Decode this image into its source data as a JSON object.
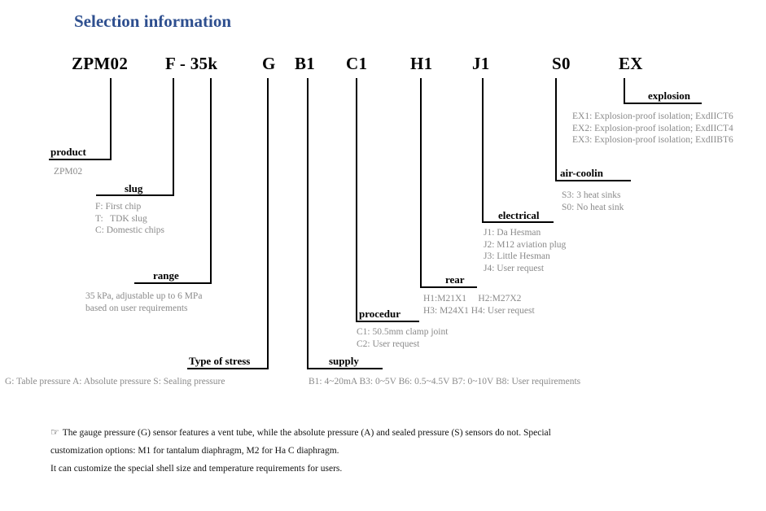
{
  "title": "Selection information",
  "code": {
    "product": "ZPM02",
    "slug_range": "F - 35k",
    "stress": "G",
    "supply": "B1",
    "procedur": "C1",
    "rear": "H1",
    "electrical": "J1",
    "aircooling": "S0",
    "explosion": "EX"
  },
  "sections": {
    "product": {
      "label": "product",
      "options": [
        "ZPM02"
      ]
    },
    "slug": {
      "label": "slug",
      "options": [
        "F: First chip",
        "T:   TDK slug",
        "C: Domestic chips"
      ]
    },
    "range": {
      "label": "range",
      "options": [
        "35 kPa, adjustable up to 6 MPa",
        "based on user requirements"
      ]
    },
    "stress": {
      "label": "Type of stress",
      "options": [
        "G: Table pressure A: Absolute pressure S: Sealing pressure"
      ]
    },
    "supply": {
      "label": "supply",
      "options": [
        "B1: 4~20mA B3: 0~5V B6: 0.5~4.5V B7: 0~10V B8: User requirements"
      ]
    },
    "procedur": {
      "label": "procedur",
      "options": [
        "C1: 50.5mm clamp joint",
        "C2: User request"
      ]
    },
    "rear": {
      "label": "rear",
      "options": [
        "H1:M21X1     H2:M27X2",
        "H3: M24X1 H4: User request"
      ]
    },
    "electrical": {
      "label": "electrical",
      "options": [
        "J1: Da Hesman",
        "J2: M12 aviation plug",
        "J3: Little Hesman",
        "J4: User request"
      ]
    },
    "aircooling": {
      "label": "air-coolin",
      "options": [
        "S3: 3 heat sinks",
        "S0: No heat sink"
      ]
    },
    "explosion": {
      "label": "explosion",
      "options": [
        "EX1: Explosion-proof isolation; ExdIICT6",
        "EX2: Explosion-proof isolation; ExdIICT4",
        "EX3: Explosion-proof isolation; ExdIIBT6"
      ]
    }
  },
  "notes": {
    "icon": "pointing-hand-icon",
    "line1": "The gauge pressure (G) sensor features a vent tube, while the absolute pressure (A) and sealed pressure (S) sensors do not. Special",
    "line2": "customization options: M1 for tantalum diaphragm, M2 for Ha C diaphragm.",
    "line3": "It can customize the special shell size and temperature requirements for users."
  }
}
